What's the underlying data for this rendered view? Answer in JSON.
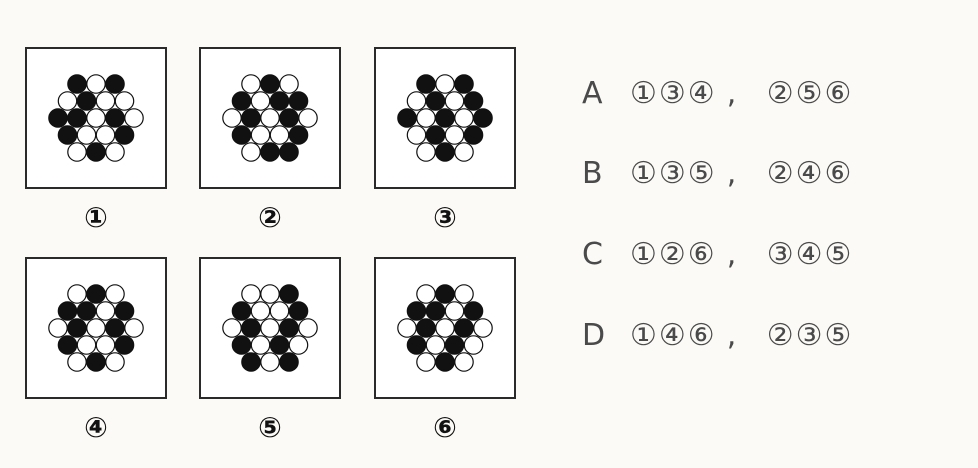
{
  "figures": [
    {
      "label": "①",
      "pattern": "BWBWBWWBBWBWBWWBWBW"
    },
    {
      "label": "②",
      "pattern": "WBWBWBBWBWBWBWWBWBB"
    },
    {
      "label": "③",
      "pattern": "BWBWBWBBWBWBWBWBWBW"
    },
    {
      "label": "④",
      "pattern": "WBWBBWBWBWBWBWWBWBW"
    },
    {
      "label": "⑤",
      "pattern": "WWBBWWBWBWBWBWBWBWB"
    },
    {
      "label": "⑥",
      "pattern": "WBWBBWBWBWBWBWBWWBW"
    }
  ],
  "options": [
    {
      "letter": "A",
      "group1": "①③④",
      "sep": ",",
      "group2": "②⑤⑥"
    },
    {
      "letter": "B",
      "group1": "①③⑤",
      "sep": ",",
      "group2": "②④⑥"
    },
    {
      "letter": "C",
      "group1": "①②⑥",
      "sep": ",",
      "group2": "③④⑤"
    },
    {
      "letter": "D",
      "group1": "①④⑥",
      "sep": ",",
      "group2": "②③⑤"
    }
  ],
  "colors": {
    "black_dot": "#111111",
    "white_dot": "#ffffff",
    "dot_outline": "#111111"
  }
}
